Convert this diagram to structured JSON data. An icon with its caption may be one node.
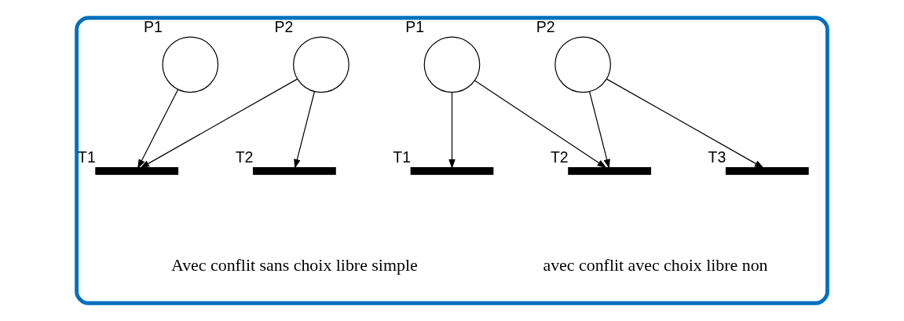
{
  "diagram": {
    "nodes": [
      {
        "text": [],
        "shape": "box"
      },
      {
        "text": [
          "P1"
        ],
        "in": 0
      },
      {
        "text": [
          "P2"
        ],
        "in": 0
      },
      {
        "text": [
          "T1"
        ],
        "in": 0
      },
      {
        "text": [
          "T2"
        ],
        "in": 0
      },
      {
        "text": [
          "P1"
        ],
        "in": 0
      },
      {
        "text": [
          "P2"
        ],
        "in": 0
      },
      {
        "text": [
          "T1"
        ],
        "in": 0
      },
      {
        "text": [
          "T2"
        ],
        "in": 0
      },
      {
        "text": [
          "T3"
        ],
        "in": 0
      }
    ],
    "edges": [
      {
        "from": 1,
        "to": 3,
        "arrow": "to"
      },
      {
        "from": 2,
        "to": 3,
        "arrow": "to"
      },
      {
        "from": 2,
        "to": 4,
        "arrow": "to"
      },
      {
        "from": 5,
        "to": 7,
        "arrow": "to"
      },
      {
        "from": 5,
        "to": 8,
        "arrow": "to"
      },
      {
        "from": 6,
        "to": 8,
        "arrow": "to"
      },
      {
        "from": 6,
        "to": 9,
        "arrow": "to"
      }
    ],
    "labels": [
      "Avec conflit sans choix libre simple",
      "avec conflit avec choix libre non"
    ]
  }
}
